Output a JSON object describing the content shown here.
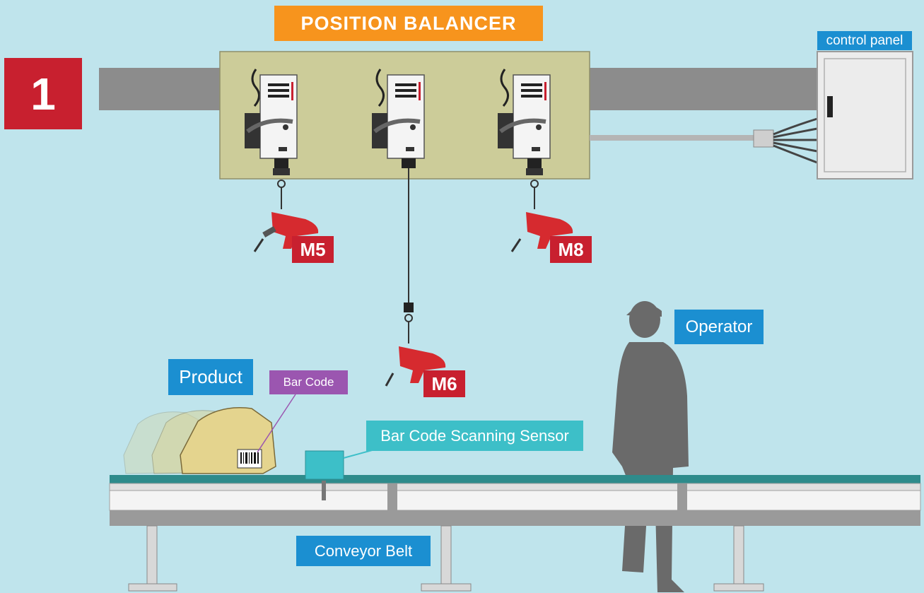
{
  "title": "POSITION BALANCER",
  "step_number": "1",
  "labels": {
    "control_panel": "control panel",
    "operator": "Operator",
    "product": "Product",
    "bar_code": "Bar Code",
    "sensor": "Bar Code Scanning Sensor",
    "conveyor": "Conveyor Belt"
  },
  "tools": {
    "m5": "M5",
    "m6": "M6",
    "m8": "M8"
  },
  "colors": {
    "background": "#bfe4ec",
    "title_banner": "#f7941d",
    "step_badge": "#c8202f",
    "label_blue": "#1b8fd1",
    "label_purple": "#9b56b0",
    "label_teal": "#3dbfc8",
    "tool_red": "#c8202f",
    "balancer_panel": "#cccc99"
  }
}
